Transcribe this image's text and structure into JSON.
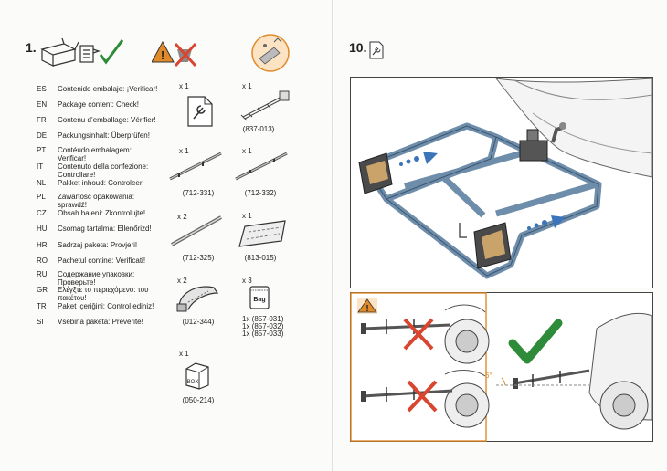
{
  "left_page": {
    "step_number": "1.",
    "languages": [
      {
        "code": "ES",
        "text": "Contenido embalaje: ¡Verificar!"
      },
      {
        "code": "EN",
        "text": "Package content: Check!"
      },
      {
        "code": "FR",
        "text": "Contenu d’emballage: Vérifier!"
      },
      {
        "code": "DE",
        "text": "Packungsinhalt: Überprüfen!"
      },
      {
        "code": "PT",
        "text": "Contéudo embalagem: Verificar!"
      },
      {
        "code": "IT",
        "text": "Contenuto della confezione: Controllare!"
      },
      {
        "code": "NL",
        "text": "Pakket inhoud: Controleer!"
      },
      {
        "code": "PL",
        "text": "Zawartość opakowania: sprawdź!"
      },
      {
        "code": "CZ",
        "text": "Obsah balení: Zkontrolujte!"
      },
      {
        "code": "HU",
        "text": "Csomag tartalma: Ellenőrizd!"
      },
      {
        "code": "HR",
        "text": "Sadrzaj paketa: Provjeri!"
      },
      {
        "code": "RO",
        "text": "Pachetul contine: Verificati!"
      },
      {
        "code": "RU",
        "text": "Содержание упаковки: Проверьте!"
      },
      {
        "code": "GR",
        "text": "Ελέγξτε το περιεχόμενο: του πακέτου!"
      },
      {
        "code": "TR",
        "text": "Paket içeriğini: Control ediniz!"
      },
      {
        "code": "SI",
        "text": "Vsebina paketa: Preverite!"
      }
    ],
    "parts": [
      {
        "qty": "x 1",
        "number": ""
      },
      {
        "qty": "x 1",
        "number": "(837-013)"
      },
      {
        "qty": "x 1",
        "number": "(712-331)"
      },
      {
        "qty": "x 1",
        "number": "(712-332)"
      },
      {
        "qty": "x 2",
        "number": "(712-325)"
      },
      {
        "qty": "x 1",
        "number": "(813-015)"
      },
      {
        "qty": "x 2",
        "number": "(012-344)"
      },
      {
        "qty": "x 3",
        "number": ""
      },
      {
        "qty": "x 1",
        "number": "(050-214)"
      }
    ],
    "bag_label": "Bag",
    "bag_parts": [
      "1x (857-031)",
      "1x (857-032)",
      "1x (857-033)"
    ],
    "box_label": "BOX"
  },
  "right_page": {
    "step_number": "10.",
    "angle_label": "6°"
  },
  "colors": {
    "frame_blue": "#6e8dab",
    "warning_orange": "#e08a2a",
    "cross_red": "#d9452e",
    "check_green": "#2e8b3a"
  }
}
